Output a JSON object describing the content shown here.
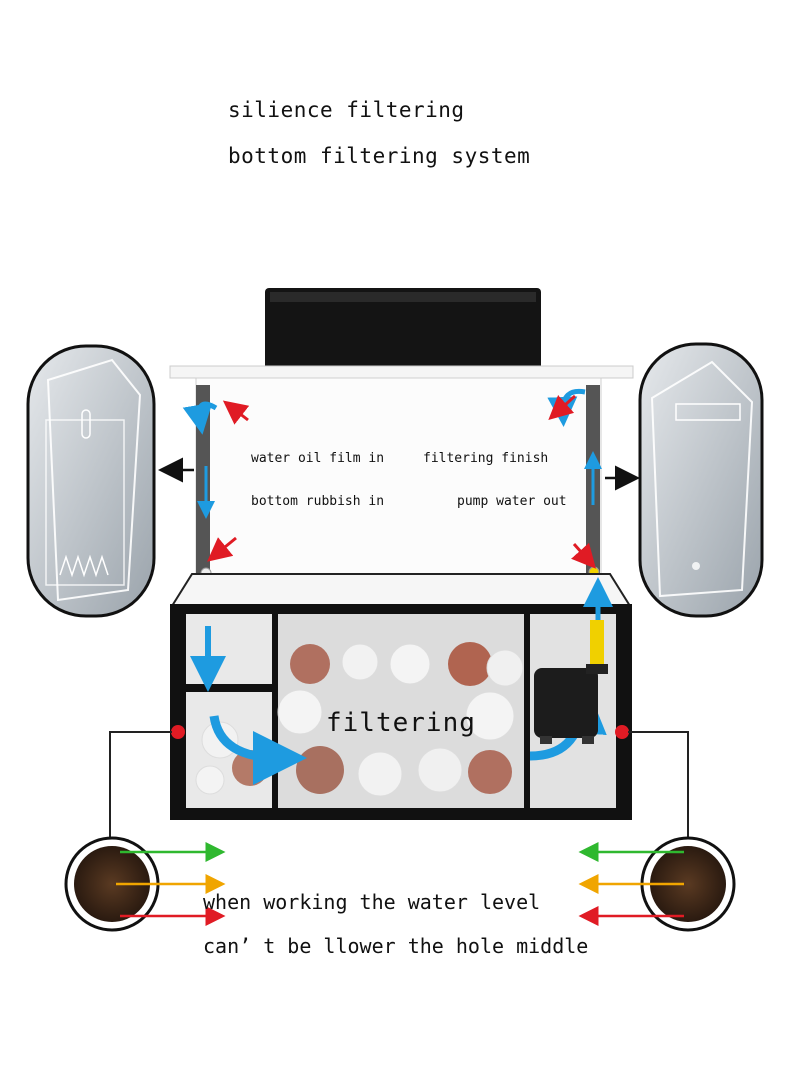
{
  "header": {
    "line1": "silience filtering",
    "line2": "bottom filtering system"
  },
  "tank_labels": {
    "oil_film": "water oil film in",
    "rubbish": "bottom rubbish in",
    "finish": "filtering finish",
    "pump": "pump water out"
  },
  "sump": {
    "label": "filtering"
  },
  "footer": {
    "line1": "when working the water level",
    "line2": "can’ t be llower the hole middle"
  },
  "colors": {
    "flow_arrow": "#1e9be0",
    "inlet_arrow": "#e01b24",
    "level_green": "#2fb82f",
    "level_orange": "#f0a500",
    "level_red": "#e01b24",
    "tank_frame": "#111111"
  },
  "icons": [
    "curved-arrow-icon",
    "down-arrow-icon",
    "up-arrow-icon",
    "red-arrow-icon",
    "pump-icon",
    "filter-media-icon"
  ]
}
